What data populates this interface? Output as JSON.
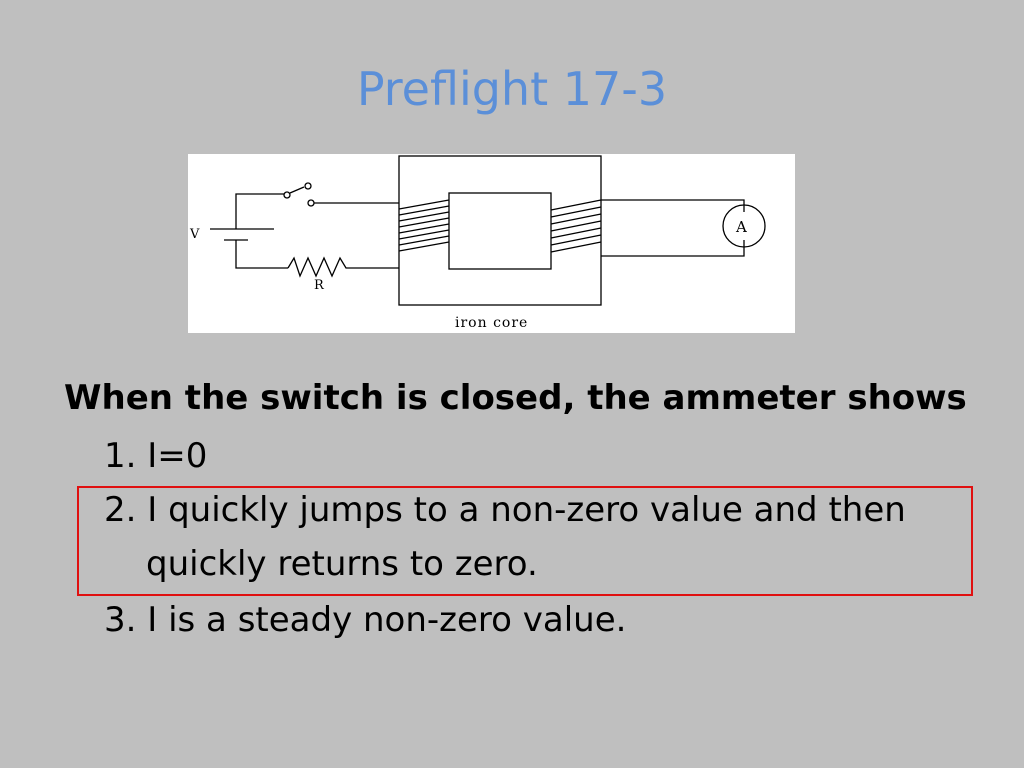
{
  "slide": {
    "title": "Preflight 17-3",
    "diagram": {
      "battery_label": "V",
      "resistor_label": "R",
      "ammeter_label": "A",
      "core_label": "iron core"
    },
    "question": "When the switch is closed, the ammeter shows",
    "options": [
      {
        "line1": "1. I=0"
      },
      {
        "line1": "2. I quickly jumps to a non-zero value and then",
        "line2": "quickly returns to zero."
      },
      {
        "line1": "3. I is a steady non-zero value."
      }
    ],
    "highlight_color": "#e01010",
    "title_color": "#5b8fd8"
  }
}
